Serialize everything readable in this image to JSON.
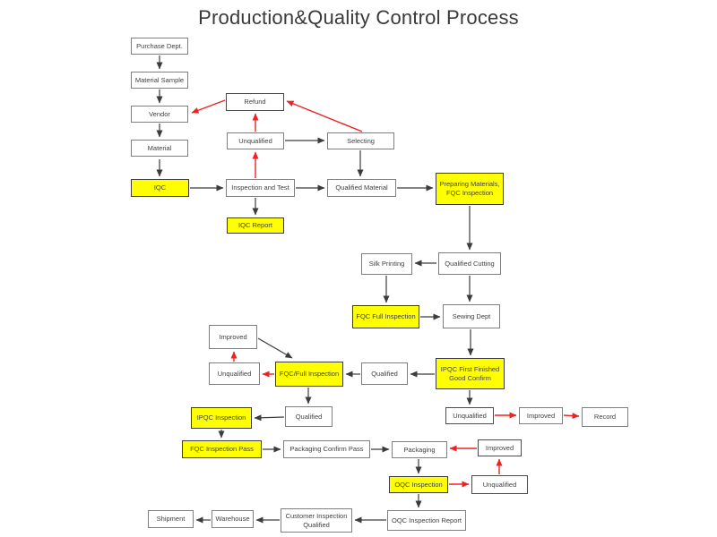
{
  "title": "Production&Quality Control Process",
  "colors": {
    "highlight_fill": "#ffff00",
    "box_fill": "#ffffff",
    "box_border": "#7f7f7f",
    "dark_border": "#4b4b4b",
    "arrow_black": "#3c3c3c",
    "arrow_red": "#ee2222",
    "text": "#3f3f3f",
    "title_text": "#3a3a3a"
  },
  "nodes": [
    {
      "id": "purchase-dept",
      "label": "Purchase Dept.",
      "highlighted": false
    },
    {
      "id": "material-sample",
      "label": "Material Sample",
      "highlighted": false
    },
    {
      "id": "vendor",
      "label": "Vendor",
      "highlighted": false
    },
    {
      "id": "material",
      "label": "Material",
      "highlighted": false
    },
    {
      "id": "iqc",
      "label": "IQC",
      "highlighted": true
    },
    {
      "id": "refund",
      "label": "Refund",
      "highlighted": false
    },
    {
      "id": "unqualified-selecting",
      "label": "Unqualified",
      "highlighted": false
    },
    {
      "id": "selecting",
      "label": "Selecting",
      "highlighted": false
    },
    {
      "id": "inspection-and-test",
      "label": "Inspection and Test",
      "highlighted": false
    },
    {
      "id": "qualified-material",
      "label": "Qualified Material",
      "highlighted": false
    },
    {
      "id": "preparing-materials",
      "label": "Preparing Materials,\nFQC Inspection",
      "highlighted": true
    },
    {
      "id": "iqc-report",
      "label": "IQC Report",
      "highlighted": true
    },
    {
      "id": "silk-printing",
      "label": "Silk Printing",
      "highlighted": false
    },
    {
      "id": "qualified-cutting",
      "label": "Qualified Cutting",
      "highlighted": false
    },
    {
      "id": "fqc-full-inspection",
      "label": "FQC Full Inspection",
      "highlighted": true
    },
    {
      "id": "sewing-dept",
      "label": "Sewing Dept",
      "highlighted": false
    },
    {
      "id": "improved-1",
      "label": "Improved",
      "highlighted": false
    },
    {
      "id": "unqualified-fqc",
      "label": "Unqualified",
      "highlighted": false
    },
    {
      "id": "fqc-full-inspection-2",
      "label": "FQC/Full Inspection",
      "highlighted": true
    },
    {
      "id": "qualified-1",
      "label": "Qualified",
      "highlighted": false
    },
    {
      "id": "ipqc-first-finished-good-confirm",
      "label": "IPQC First Finished\nGood Confirm",
      "highlighted": true
    },
    {
      "id": "unqualified-ipqc",
      "label": "Unqualified",
      "highlighted": false
    },
    {
      "id": "improved-2",
      "label": "Improved",
      "highlighted": false
    },
    {
      "id": "record",
      "label": "Record",
      "highlighted": false
    },
    {
      "id": "improved-3",
      "label": "Improved",
      "highlighted": false
    },
    {
      "id": "ipqc-inspection",
      "label": "IPQC Inspection",
      "highlighted": true
    },
    {
      "id": "qualified-2",
      "label": "Qualified",
      "highlighted": false
    },
    {
      "id": "fqc-inspection-pass",
      "label": "FQC Inspection Pass",
      "highlighted": true
    },
    {
      "id": "packaging-confirm-pass",
      "label": "Packaging Confirm Pass",
      "highlighted": false
    },
    {
      "id": "packaging",
      "label": "Packaging",
      "highlighted": false
    },
    {
      "id": "oqc-inspection",
      "label": "OQC Inspection",
      "highlighted": true
    },
    {
      "id": "unqualified-oqc",
      "label": "Unqualified",
      "highlighted": false
    },
    {
      "id": "oqc-inspection-report",
      "label": "OQC Inspection Report",
      "highlighted": false
    },
    {
      "id": "customer-inspection-qualified",
      "label": "Customer Inspection\nQualified",
      "highlighted": false
    },
    {
      "id": "warehouse",
      "label": "Warehouse",
      "highlighted": false
    },
    {
      "id": "shipment",
      "label": "Shipment",
      "highlighted": false
    }
  ],
  "edges": [
    {
      "from": "purchase-dept",
      "to": "material-sample",
      "color": "black"
    },
    {
      "from": "material-sample",
      "to": "vendor",
      "color": "black"
    },
    {
      "from": "vendor",
      "to": "material",
      "color": "black"
    },
    {
      "from": "material",
      "to": "iqc",
      "color": "black"
    },
    {
      "from": "iqc",
      "to": "inspection-and-test",
      "color": "black"
    },
    {
      "from": "unqualified-selecting",
      "to": "selecting",
      "color": "black"
    },
    {
      "from": "selecting",
      "to": "qualified-material",
      "color": "black"
    },
    {
      "from": "inspection-and-test",
      "to": "qualified-material",
      "color": "black"
    },
    {
      "from": "qualified-material",
      "to": "preparing-materials",
      "color": "black"
    },
    {
      "from": "inspection-and-test",
      "to": "iqc-report",
      "color": "black"
    },
    {
      "from": "preparing-materials",
      "to": "qualified-cutting",
      "color": "black"
    },
    {
      "from": "qualified-cutting",
      "to": "silk-printing",
      "color": "black"
    },
    {
      "from": "silk-printing",
      "to": "fqc-full-inspection",
      "color": "black"
    },
    {
      "from": "qualified-cutting",
      "to": "sewing-dept",
      "color": "black"
    },
    {
      "from": "fqc-full-inspection",
      "to": "sewing-dept",
      "color": "black"
    },
    {
      "from": "sewing-dept",
      "to": "ipqc-first-finished-good-confirm",
      "color": "black"
    },
    {
      "from": "ipqc-first-finished-good-confirm",
      "to": "qualified-1",
      "color": "black"
    },
    {
      "from": "qualified-1",
      "to": "fqc-full-inspection-2",
      "color": "black"
    },
    {
      "from": "improved-1",
      "to": "fqc-full-inspection-2",
      "color": "black"
    },
    {
      "from": "fqc-full-inspection-2",
      "to": "qualified-2",
      "color": "black"
    },
    {
      "from": "qualified-2",
      "to": "ipqc-inspection",
      "color": "black"
    },
    {
      "from": "ipqc-first-finished-good-confirm",
      "to": "unqualified-ipqc",
      "color": "black"
    },
    {
      "from": "ipqc-inspection",
      "to": "fqc-inspection-pass",
      "color": "black"
    },
    {
      "from": "fqc-inspection-pass",
      "to": "packaging-confirm-pass",
      "color": "black"
    },
    {
      "from": "packaging-confirm-pass",
      "to": "packaging",
      "color": "black"
    },
    {
      "from": "packaging",
      "to": "oqc-inspection",
      "color": "black"
    },
    {
      "from": "oqc-inspection",
      "to": "oqc-inspection-report",
      "color": "black"
    },
    {
      "from": "oqc-inspection-report",
      "to": "customer-inspection-qualified",
      "color": "black"
    },
    {
      "from": "customer-inspection-qualified",
      "to": "warehouse",
      "color": "black"
    },
    {
      "from": "warehouse",
      "to": "shipment",
      "color": "black"
    },
    {
      "from": "inspection-and-test",
      "to": "unqualified-selecting",
      "color": "red"
    },
    {
      "from": "unqualified-selecting",
      "to": "refund",
      "color": "red"
    },
    {
      "from": "refund",
      "to": "vendor",
      "color": "red"
    },
    {
      "from": "selecting",
      "to": "refund",
      "color": "red"
    },
    {
      "from": "fqc-full-inspection-2",
      "to": "unqualified-fqc",
      "color": "red"
    },
    {
      "from": "unqualified-fqc",
      "to": "improved-1",
      "color": "red"
    },
    {
      "from": "unqualified-ipqc",
      "to": "improved-2",
      "color": "red"
    },
    {
      "from": "improved-2",
      "to": "record",
      "color": "red"
    },
    {
      "from": "oqc-inspection",
      "to": "unqualified-oqc",
      "color": "red"
    },
    {
      "from": "unqualified-oqc",
      "to": "improved-3",
      "color": "red"
    },
    {
      "from": "improved-3",
      "to": "packaging",
      "color": "red"
    }
  ]
}
